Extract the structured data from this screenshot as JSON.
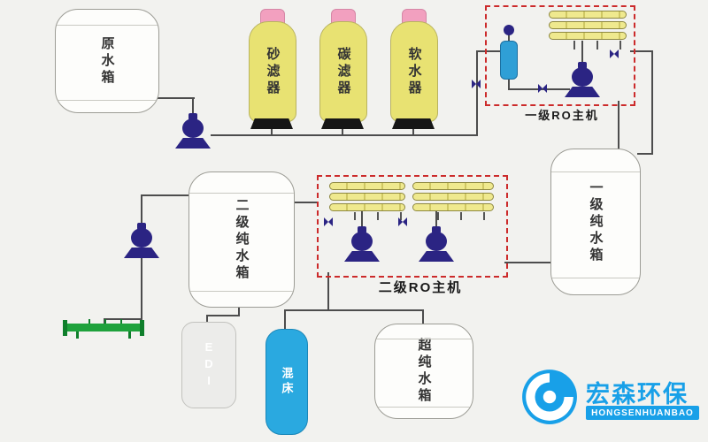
{
  "tanks": {
    "raw": {
      "label": "原水箱"
    },
    "stage2_pure": {
      "label": "二级纯水箱"
    },
    "stage1_pure": {
      "label": "一级纯水箱"
    },
    "ultra_pure": {
      "label": "超纯水箱"
    },
    "edi": {
      "label": "EDI"
    },
    "mixed_bed": {
      "label": "混床"
    }
  },
  "filters": [
    {
      "label": "砂滤器"
    },
    {
      "label": "碳滤器"
    },
    {
      "label": "软水器"
    }
  ],
  "ro_units": {
    "stage1": {
      "label": "一级RO主机"
    },
    "stage2": {
      "label": "二级RO主机"
    }
  },
  "logo": {
    "name": "宏森环保",
    "subtitle": "HONGSENHUANBAO"
  },
  "colors": {
    "vessel_yellow": "#e8e272",
    "cap_pink": "#f2a0bf",
    "pump_navy": "#2b2483",
    "ro_box_red": "#cc2b2b",
    "pipe_gray": "#4d4d4d",
    "manifold_green": "#1fa23c",
    "mixed_bed_blue": "#2aa9e0",
    "membrane_yellow": "#efe98e",
    "logo_blue": "#18a0e8"
  }
}
